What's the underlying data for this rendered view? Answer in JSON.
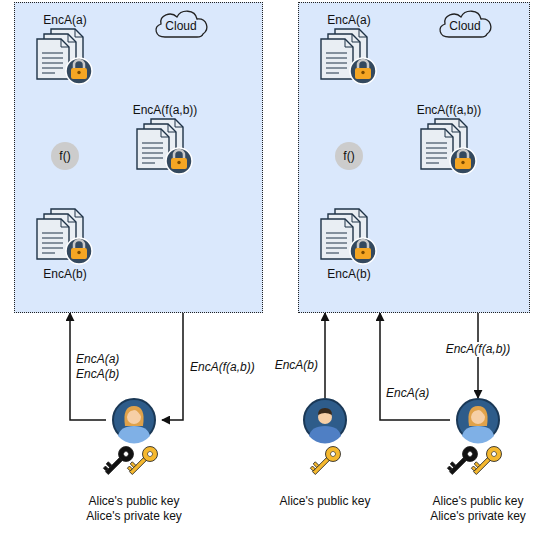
{
  "diagram": {
    "nodes": [
      {
        "text": []
      },
      {
        "text": [
          "Cloud"
        ],
        "in": 0
      },
      {
        "text": [
          "EncA(a)"
        ],
        "in": 0
      },
      {
        "text": [
          "f()"
        ],
        "in": 0
      },
      {
        "text": [
          "EncA(f(a,b))"
        ],
        "in": 0
      },
      {
        "text": [
          "EncA(b)"
        ],
        "in": 0
      },
      {
        "text": [
          "Alice's public key",
          "Alice's private key"
        ]
      },
      {
        "text": []
      },
      {
        "text": [
          "Cloud"
        ],
        "in": 7
      },
      {
        "text": [
          "EncA(a)"
        ],
        "in": 7
      },
      {
        "text": [
          "f()"
        ],
        "in": 7
      },
      {
        "text": [
          "EncA(f(a,b))"
        ],
        "in": 7
      },
      {
        "text": [
          "EncA(b)"
        ],
        "in": 7
      },
      {
        "text": [
          "Alice's public key"
        ]
      },
      {
        "text": [
          "Alice's public key",
          "Alice's private key"
        ]
      }
    ],
    "edges": [
      {
        "from": 2,
        "to": 3,
        "arrow": "to"
      },
      {
        "from": 5,
        "to": 3,
        "arrow": "to"
      },
      {
        "from": 3,
        "to": 4,
        "arrow": "to"
      },
      {
        "from": 9,
        "to": 10,
        "arrow": "to"
      },
      {
        "from": 12,
        "to": 10,
        "arrow": "to"
      },
      {
        "from": 10,
        "to": 11,
        "arrow": "to"
      },
      {
        "from": 6,
        "to": 0,
        "label": "EncA(a) EncA(b)",
        "arrow": "to"
      },
      {
        "from": 0,
        "to": 6,
        "label": "EncA(f(a,b))",
        "arrow": "to"
      },
      {
        "from": 13,
        "to": 7,
        "label": "EncA(b)",
        "arrow": "to"
      },
      {
        "from": 14,
        "to": 7,
        "label": "EncA(a)",
        "arrow": "to"
      },
      {
        "from": 7,
        "to": 14,
        "label": "EncA(f(a,b))",
        "arrow": "to"
      }
    ]
  }
}
